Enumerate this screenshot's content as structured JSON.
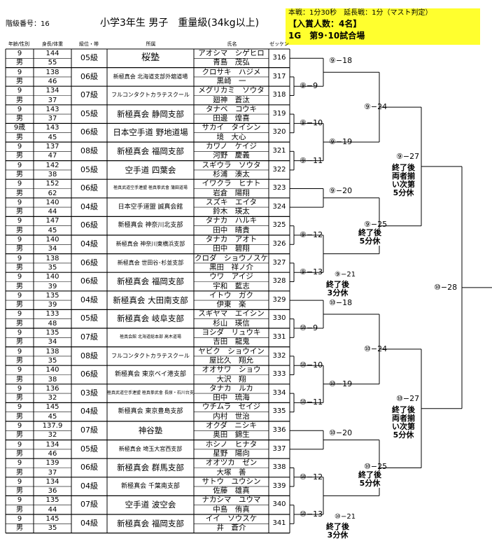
{
  "header": {
    "class_number": "階級番号：16",
    "title": "小学3年生 男子　重量級(34kg以上)",
    "rule": "本戦：1分30秒　延長戦：1分（マスト判定）",
    "winners": "【入賞人数：4名】",
    "court": "1G　第9･10試合場"
  },
  "columns": [
    "年齢/性別",
    "身長/体重",
    "級位・帯",
    "所属",
    "氏名",
    "ゼッケン"
  ],
  "competitors": [
    {
      "age": "9",
      "sex": "男",
      "height": "144",
      "weight": "55",
      "rank": "05級",
      "dojo": "桜塾",
      "dojo_size": "l",
      "kana": "アオシマ　シゲヒロ",
      "kanji": "青島　茂弘",
      "bib": "316"
    },
    {
      "age": "9",
      "sex": "男",
      "height": "138",
      "weight": "46",
      "rank": "06級",
      "dojo": "新極真会 北海道支部外舘道場",
      "dojo_size": "s",
      "kana": "クロサキ　ハジメ",
      "kanji": "黒崎　一",
      "bib": "317"
    },
    {
      "age": "9",
      "sex": "男",
      "height": "134",
      "weight": "37",
      "rank": "07級",
      "dojo": "フルコンタクトカラテスクール",
      "dojo_size": "s",
      "kana": "メグリカミ　ソウタ",
      "kanji": "廻神　蒼汰",
      "bib": "318"
    },
    {
      "age": "9",
      "sex": "男",
      "height": "143",
      "weight": "37",
      "rank": "05級",
      "dojo": "新極真会 静岡支部",
      "dojo_size": "m",
      "kana": "タナベ　コウキ",
      "kanji": "田邊　煌喜",
      "bib": "319"
    },
    {
      "age": "9歳",
      "sex": "男",
      "height": "143",
      "weight": "45",
      "rank": "06級",
      "dojo": "日本空手道 野地道場",
      "dojo_size": "m",
      "kana": "サカイ　タイシン",
      "kanji": "境　大心",
      "bib": "320"
    },
    {
      "age": "9",
      "sex": "男",
      "height": "137",
      "weight": "47",
      "rank": "08級",
      "dojo": "新極真会 福岡支部",
      "dojo_size": "m",
      "kana": "カワノ　ケイジ",
      "kanji": "河野　慶義",
      "bib": "321"
    },
    {
      "age": "9",
      "sex": "男",
      "height": "142",
      "weight": "38",
      "rank": "05級",
      "dojo": "空手道 四葉会",
      "dojo_size": "m",
      "kana": "スギウラ　ソウタ",
      "kanji": "杉浦　湊太",
      "bib": "322"
    },
    {
      "age": "9",
      "sex": "男",
      "height": "152",
      "weight": "62",
      "rank": "06級",
      "dojo": "極真武道空手連盟 極真拳武會 蒲田道場",
      "dojo_size": "xs",
      "kana": "イワクラ　ヒナト",
      "kanji": "岩倉　陽翔",
      "bib": "323"
    },
    {
      "age": "9",
      "sex": "男",
      "height": "140",
      "weight": "44",
      "rank": "04級",
      "dojo": "日本空手道盟 誠真会館",
      "dojo_size": "sm",
      "kana": "スズキ　エイタ",
      "kanji": "鈴木　瑛太",
      "bib": "324"
    },
    {
      "age": "9",
      "sex": "男",
      "height": "147",
      "weight": "45",
      "rank": "06級",
      "dojo": "新極真会 神奈川北支部",
      "dojo_size": "sm",
      "kana": "タナカ　ハルキ",
      "kanji": "田中　晴貴",
      "bib": "325"
    },
    {
      "age": "9",
      "sex": "男",
      "height": "140",
      "weight": "34",
      "rank": "04級",
      "dojo": "新極真会 神奈川東横浜支部",
      "dojo_size": "s",
      "kana": "タナカ　アオト",
      "kanji": "田中　碧翔",
      "bib": "326"
    },
    {
      "age": "9",
      "sex": "男",
      "height": "138",
      "weight": "35",
      "rank": "06級",
      "dojo": "新極真会 世田谷･杉並支部",
      "dojo_size": "s",
      "kana": "クロダ　ショウノスケ",
      "kanji": "黒田　祥ノ介",
      "bib": "327"
    },
    {
      "age": "9",
      "sex": "男",
      "height": "140",
      "weight": "39",
      "rank": "06級",
      "dojo": "新極真会 福岡支部",
      "dojo_size": "m",
      "kana": "ウワ　アイジ",
      "kanji": "宇和　藍志",
      "bib": "328"
    },
    {
      "age": "9",
      "sex": "男",
      "height": "135",
      "weight": "39",
      "rank": "04級",
      "dojo": "新極真会 大田南支部",
      "dojo_size": "m",
      "kana": "イトウ　ガク",
      "kanji": "伊東　楽",
      "bib": "329"
    },
    {
      "age": "9",
      "sex": "男",
      "height": "133",
      "weight": "48",
      "rank": "05級",
      "dojo": "新極真会 岐阜支部",
      "dojo_size": "m",
      "kana": "スギヤマ　エイシン",
      "kanji": "杉山　瑛信",
      "bib": "330"
    },
    {
      "age": "9",
      "sex": "男",
      "height": "135",
      "weight": "34",
      "rank": "07級",
      "dojo": "極真会館 北海道総本部 高木道場",
      "dojo_size": "xs",
      "kana": "ヨシダ　リュウキ",
      "kanji": "吉田　龍鬼",
      "bib": "331"
    },
    {
      "age": "9",
      "sex": "男",
      "height": "138",
      "weight": "35",
      "rank": "08級",
      "dojo": "フルコンタクトカラテスクール",
      "dojo_size": "s",
      "kana": "ヤビク　ショウイン",
      "kanji": "屋比久　翔允",
      "bib": "332"
    },
    {
      "age": "9",
      "sex": "男",
      "height": "140",
      "weight": "38",
      "rank": "06級",
      "dojo": "新極真会 東京ベイ港支部",
      "dojo_size": "sm",
      "kana": "オオサワ　ショウ",
      "kanji": "大沢　翔",
      "bib": "333"
    },
    {
      "age": "9",
      "sex": "男",
      "height": "136",
      "weight": "32",
      "rank": "03級",
      "dojo": "極真武道空手連盟 極真拳武會 長原・石川台支部",
      "dojo_size": "xs",
      "kana": "タナカ　ルカ",
      "kanji": "田中　琉海",
      "bib": "334"
    },
    {
      "age": "9",
      "sex": "男",
      "height": "145",
      "weight": "45",
      "rank": "04級",
      "dojo": "新極真会 東京豊島支部",
      "dojo_size": "sm",
      "kana": "ウチムラ　セイジ",
      "kanji": "内村　世治",
      "bib": "335"
    },
    {
      "age": "9",
      "sex": "男",
      "height": "137.9",
      "weight": "32",
      "rank": "07級",
      "dojo": "神谷塾",
      "dojo_size": "m",
      "kana": "オクダ　ニシキ",
      "kanji": "奥田　錦生",
      "bib": "336"
    },
    {
      "age": "9",
      "sex": "男",
      "height": "134",
      "weight": "46",
      "rank": "05級",
      "dojo": "新極真会 埼玉大宮西支部",
      "dojo_size": "s",
      "kana": "ホシノ　ヒナタ",
      "kanji": "星野　陽向",
      "bib": "337"
    },
    {
      "age": "9",
      "sex": "男",
      "height": "139",
      "weight": "37",
      "rank": "06級",
      "dojo": "新極真会 群馬支部",
      "dojo_size": "m",
      "kana": "オオツカ　ゼン",
      "kanji": "大塚　善",
      "bib": "338"
    },
    {
      "age": "9",
      "sex": "男",
      "height": "134",
      "weight": "36",
      "rank": "04級",
      "dojo": "新極真会 千葉南支部",
      "dojo_size": "sm",
      "kana": "サトウ　ユウシン",
      "kanji": "佐藤　雄真",
      "bib": "339"
    },
    {
      "age": "9",
      "sex": "男",
      "height": "135",
      "weight": "44",
      "rank": "07級",
      "dojo": "空手道 波空会",
      "dojo_size": "m",
      "kana": "ナカシマ　ユウマ",
      "kanji": "中島　侑真",
      "bib": "340"
    },
    {
      "age": "9",
      "sex": "男",
      "height": "145",
      "weight": "35",
      "rank": "04級",
      "dojo": "新極真会 福岡支部",
      "dojo_size": "m",
      "kana": "イイ　ソウスケ",
      "kanji": "井　蒼介",
      "bib": "341"
    }
  ],
  "bracket_labels": {
    "m9_9": "⑨−9",
    "m9_10": "⑨−10",
    "m9_11": "⑨−11",
    "m9_12": "⑨−12",
    "m9_13": "⑨−13",
    "m9_18": "⑨−18",
    "m9_19": "⑨−19",
    "m9_20": "⑨−20",
    "m9_21": "⑨−21",
    "m9_24": "⑨−24",
    "m9_25": "⑨−25",
    "m9_27": "⑨−27",
    "m10_9": "⑩−9",
    "m10_10": "⑩−10",
    "m10_11": "⑩−11",
    "m10_12": "⑩−12",
    "m10_13": "⑩−13",
    "m10_18": "⑩−18",
    "m10_19": "⑩−19",
    "m10_20": "⑩−20",
    "m10_21": "⑩−21",
    "m10_24": "⑩−24",
    "m10_25": "⑩−25",
    "m10_27": "⑩−27",
    "m10_28": "⑩−28"
  },
  "notes": {
    "rest5": "終了後\n5分休",
    "rest3": "終了後\n3分休",
    "rest_all": "終了後\n両者揃\nい次第\n5分休"
  }
}
